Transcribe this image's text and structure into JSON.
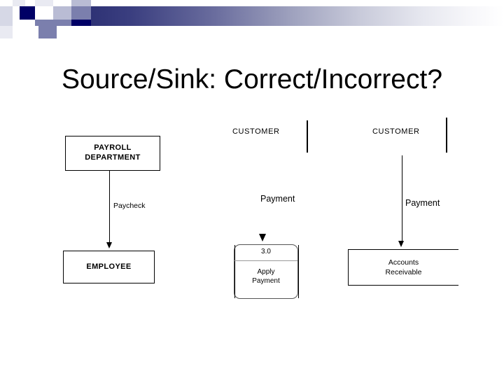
{
  "slide": {
    "title": "Source/Sink: Correct/Incorrect?"
  },
  "header": {
    "accent_dark": "#000066",
    "accent_mid": "#7b7fad",
    "accent_light": "#b9bcd4"
  },
  "diagram": {
    "type": "data-flow-diagram",
    "panels": [
      {
        "id": "left",
        "name": "payroll-employee-flow",
        "nodes": [
          {
            "name": "payroll-department",
            "kind": "external-entity",
            "label": "PAYROLL\nDEPARTMENT",
            "line1": "PAYROLL",
            "line2": "DEPARTMENT"
          },
          {
            "name": "employee",
            "kind": "external-entity",
            "label": "EMPLOYEE",
            "line1": "EMPLOYEE",
            "line2": ""
          }
        ],
        "flows": [
          {
            "name": "paycheck-flow",
            "label": "Paycheck",
            "from": "payroll-department",
            "to": "employee"
          }
        ]
      },
      {
        "id": "middle",
        "name": "customer-apply-payment-flow",
        "nodes": [
          {
            "name": "customer-middle",
            "kind": "external-entity-open",
            "label": "CUSTOMER"
          },
          {
            "name": "apply-payment-process",
            "kind": "process",
            "number": "3.0",
            "label": "Apply\nPayment",
            "line1": "Apply",
            "line2": "Payment"
          }
        ],
        "flows": [
          {
            "name": "payment-flow-middle",
            "label": "Payment",
            "from": "customer-middle",
            "to": "apply-payment-process"
          }
        ]
      },
      {
        "id": "right",
        "name": "customer-accounts-receivable-flow",
        "nodes": [
          {
            "name": "customer-right",
            "kind": "external-entity-open",
            "label": "CUSTOMER"
          },
          {
            "name": "accounts-receivable",
            "kind": "data-store-open",
            "label": "Accounts\nReceivable",
            "line1": "Accounts",
            "line2": "Receivable"
          }
        ],
        "flows": [
          {
            "name": "payment-flow-right",
            "label": "Payment",
            "from": "customer-right",
            "to": "accounts-receivable"
          }
        ]
      }
    ]
  }
}
